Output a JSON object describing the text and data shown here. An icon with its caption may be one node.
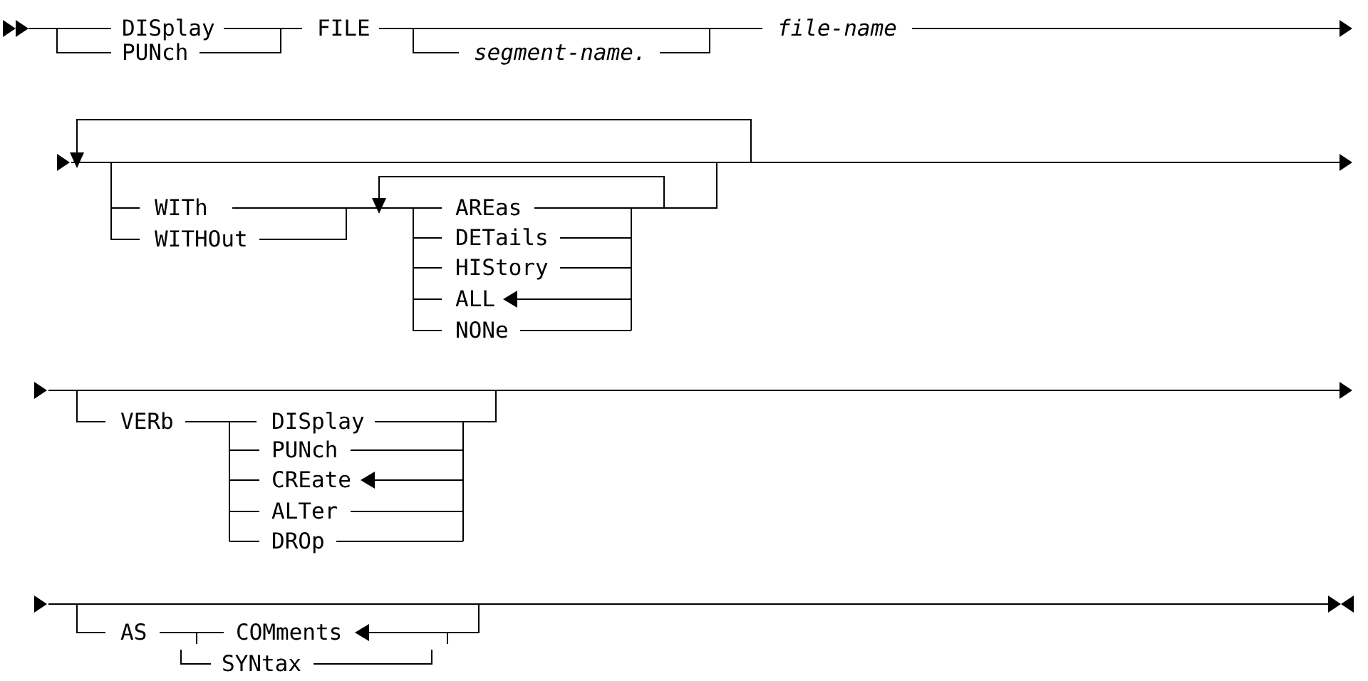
{
  "diagram": {
    "labels": [
      "DISplay",
      "FILE",
      "file-name",
      "PUNch",
      "segment-name.",
      "WITh",
      "AREas",
      "WITHOut",
      "DETails",
      "HIStory",
      "ALL",
      "NONe",
      "VERb",
      "DISplay",
      "PUNch",
      "CREate",
      "ALTer",
      "DROp",
      "AS",
      "COMments",
      "SYNtax"
    ]
  }
}
